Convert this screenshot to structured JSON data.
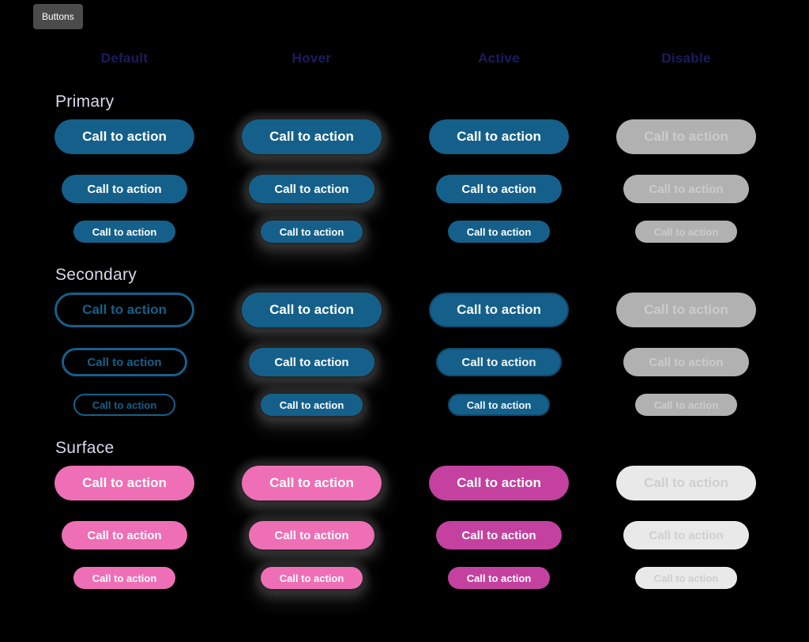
{
  "tag": {
    "label": "Buttons"
  },
  "columns": [
    "Default",
    "Hover",
    "Active",
    "Disable"
  ],
  "button_label": "Call to action",
  "sections": [
    {
      "label": "Primary",
      "variant": "primary"
    },
    {
      "label": "Secondary",
      "variant": "secondary"
    },
    {
      "label": "Surface",
      "variant": "surface"
    }
  ],
  "sizes": [
    "large",
    "medium",
    "small"
  ],
  "states": [
    "default",
    "hover",
    "active",
    "disable"
  ],
  "colors": {
    "background": "#000000",
    "primary_teal": "#15608a",
    "surface_pink": "#ee6fb5",
    "surface_active_magenta": "#c4419f",
    "disabled_gray": "#b1b1b1",
    "disabled_gray_text": "#cbcbcb",
    "surface_disabled_bg": "#e9e9e9",
    "surface_disabled_text": "#cfcfcf",
    "header_navy": "#1b1b63",
    "section_label": "#d8d8ea",
    "tag_bg": "#4b4b4b",
    "button_text": "#ffffff"
  }
}
